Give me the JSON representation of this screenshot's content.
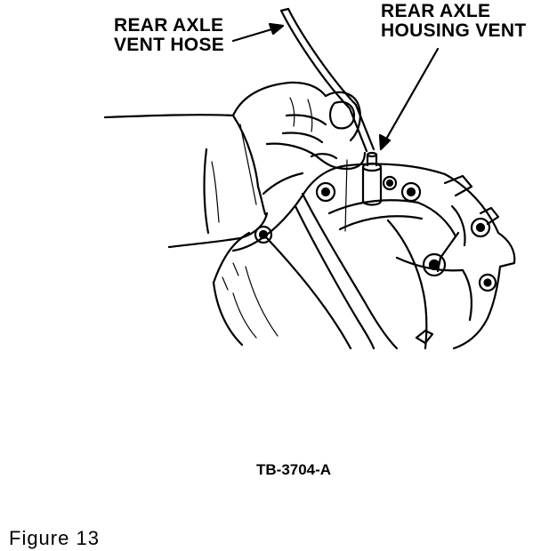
{
  "labels": {
    "vent_hose": [
      "REAR AXLE",
      "VENT HOSE"
    ],
    "housing_vent": [
      "REAR AXLE",
      "HOUSING VENT"
    ]
  },
  "drawing_code": "TB-3704-A",
  "figure_caption": "Figure 13"
}
